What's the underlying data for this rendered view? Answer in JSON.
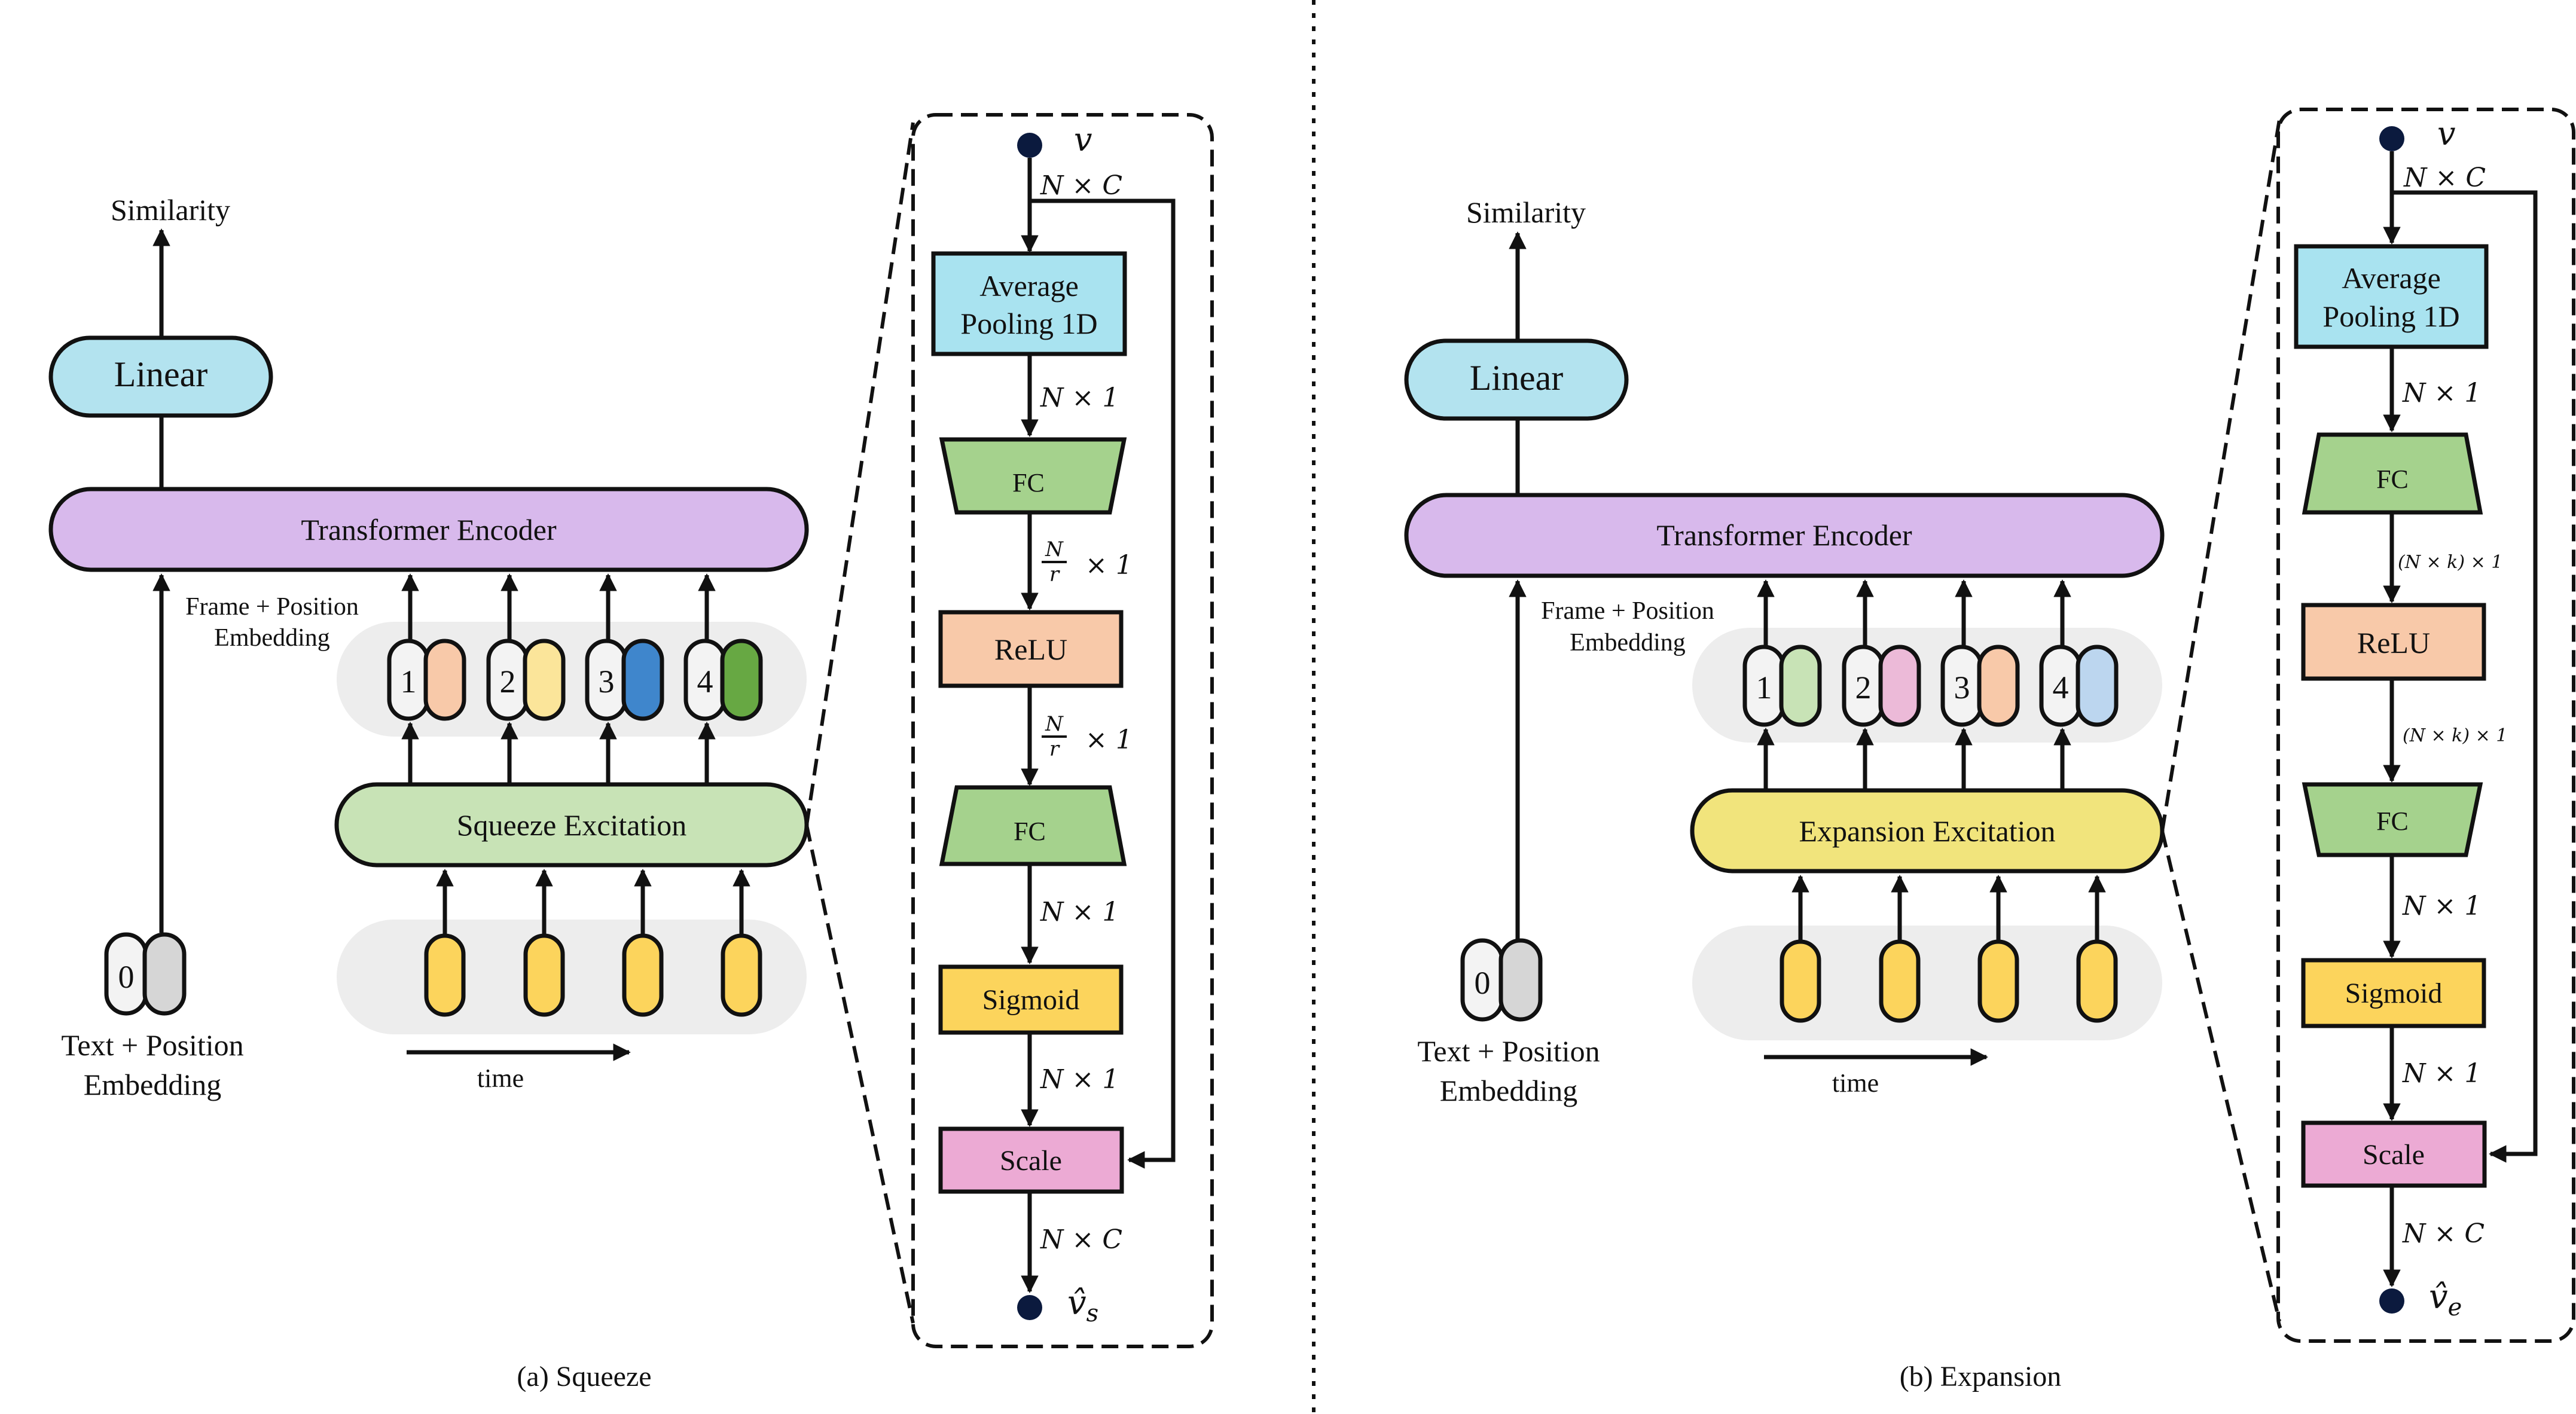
{
  "colors": {
    "linear": "#b3e3ef",
    "transformer": "#d8b9ec",
    "squeeze": "#c8e3b6",
    "expansion": "#f1e47c",
    "avgpool": "#a9e3f0",
    "fc": "#a5d28d",
    "relu": "#f8c9a9",
    "sigmoid": "#fcd45c",
    "scale": "#ecaad4",
    "token": "#fcd45c",
    "token_light": "#f3f3f3",
    "token_gray": "#d6d6d6",
    "band": "#ededed",
    "node": "#0b1a3e"
  },
  "left_panel": {
    "similarity": "Similarity",
    "linear": "Linear",
    "transformer": "Transformer Encoder",
    "frame_label_line1": "Frame + Position",
    "frame_label_line2": "Embedding",
    "text_label_line1": "Text + Position",
    "text_label_line2": "Embedding",
    "cls_token": "0",
    "excitation": "Squeeze Excitation",
    "time": "time",
    "caption": "(a) Squeeze",
    "frames": [
      {
        "label": "1",
        "color": "#f8c9a9"
      },
      {
        "label": "2",
        "color": "#fbe59a"
      },
      {
        "label": "3",
        "color": "#3f86cc"
      },
      {
        "label": "4",
        "color": "#67a843"
      }
    ]
  },
  "right_panel": {
    "similarity": "Similarity",
    "linear": "Linear",
    "transformer": "Transformer Encoder",
    "frame_label_line1": "Frame + Position",
    "frame_label_line2": "Embedding",
    "text_label_line1": "Text + Position",
    "text_label_line2": "Embedding",
    "cls_token": "0",
    "excitation": "Expansion Excitation",
    "time": "time",
    "caption": "(b) Expansion",
    "frames": [
      {
        "label": "1",
        "color": "#c8e3b6"
      },
      {
        "label": "2",
        "color": "#ecbad8"
      },
      {
        "label": "3",
        "color": "#f8c9a9"
      },
      {
        "label": "4",
        "color": "#bcd6ef"
      }
    ]
  },
  "squeeze_block": {
    "input": "v",
    "output": "v̂",
    "output_sub": "s",
    "avgpool_line1": "Average",
    "avgpool_line2": "Pooling 1D",
    "fc1": "FC",
    "relu": "ReLU",
    "fc2": "FC",
    "sigmoid": "Sigmoid",
    "scale": "Scale",
    "dim_in": "N × C",
    "dim_pool": "N × 1",
    "dim_fc1_num": "N",
    "dim_fc1_den": "r",
    "dim_fc1_tail": "× 1",
    "dim_relu_num": "N",
    "dim_relu_den": "r",
    "dim_relu_tail": "× 1",
    "dim_fc2": "N × 1",
    "dim_sigmoid": "N × 1",
    "dim_out": "N × C"
  },
  "expansion_block": {
    "input": "v",
    "output": "v̂",
    "output_sub": "e",
    "avgpool_line1": "Average",
    "avgpool_line2": "Pooling 1D",
    "fc1": "FC",
    "relu": "ReLU",
    "fc2": "FC",
    "sigmoid": "Sigmoid",
    "scale": "Scale",
    "dim_in": "N × C",
    "dim_pool": "N × 1",
    "dim_fc1": "(N × k) × 1",
    "dim_relu": "(N × k) × 1",
    "dim_fc2": "N × 1",
    "dim_sigmoid": "N × 1",
    "dim_out": "N × C"
  }
}
